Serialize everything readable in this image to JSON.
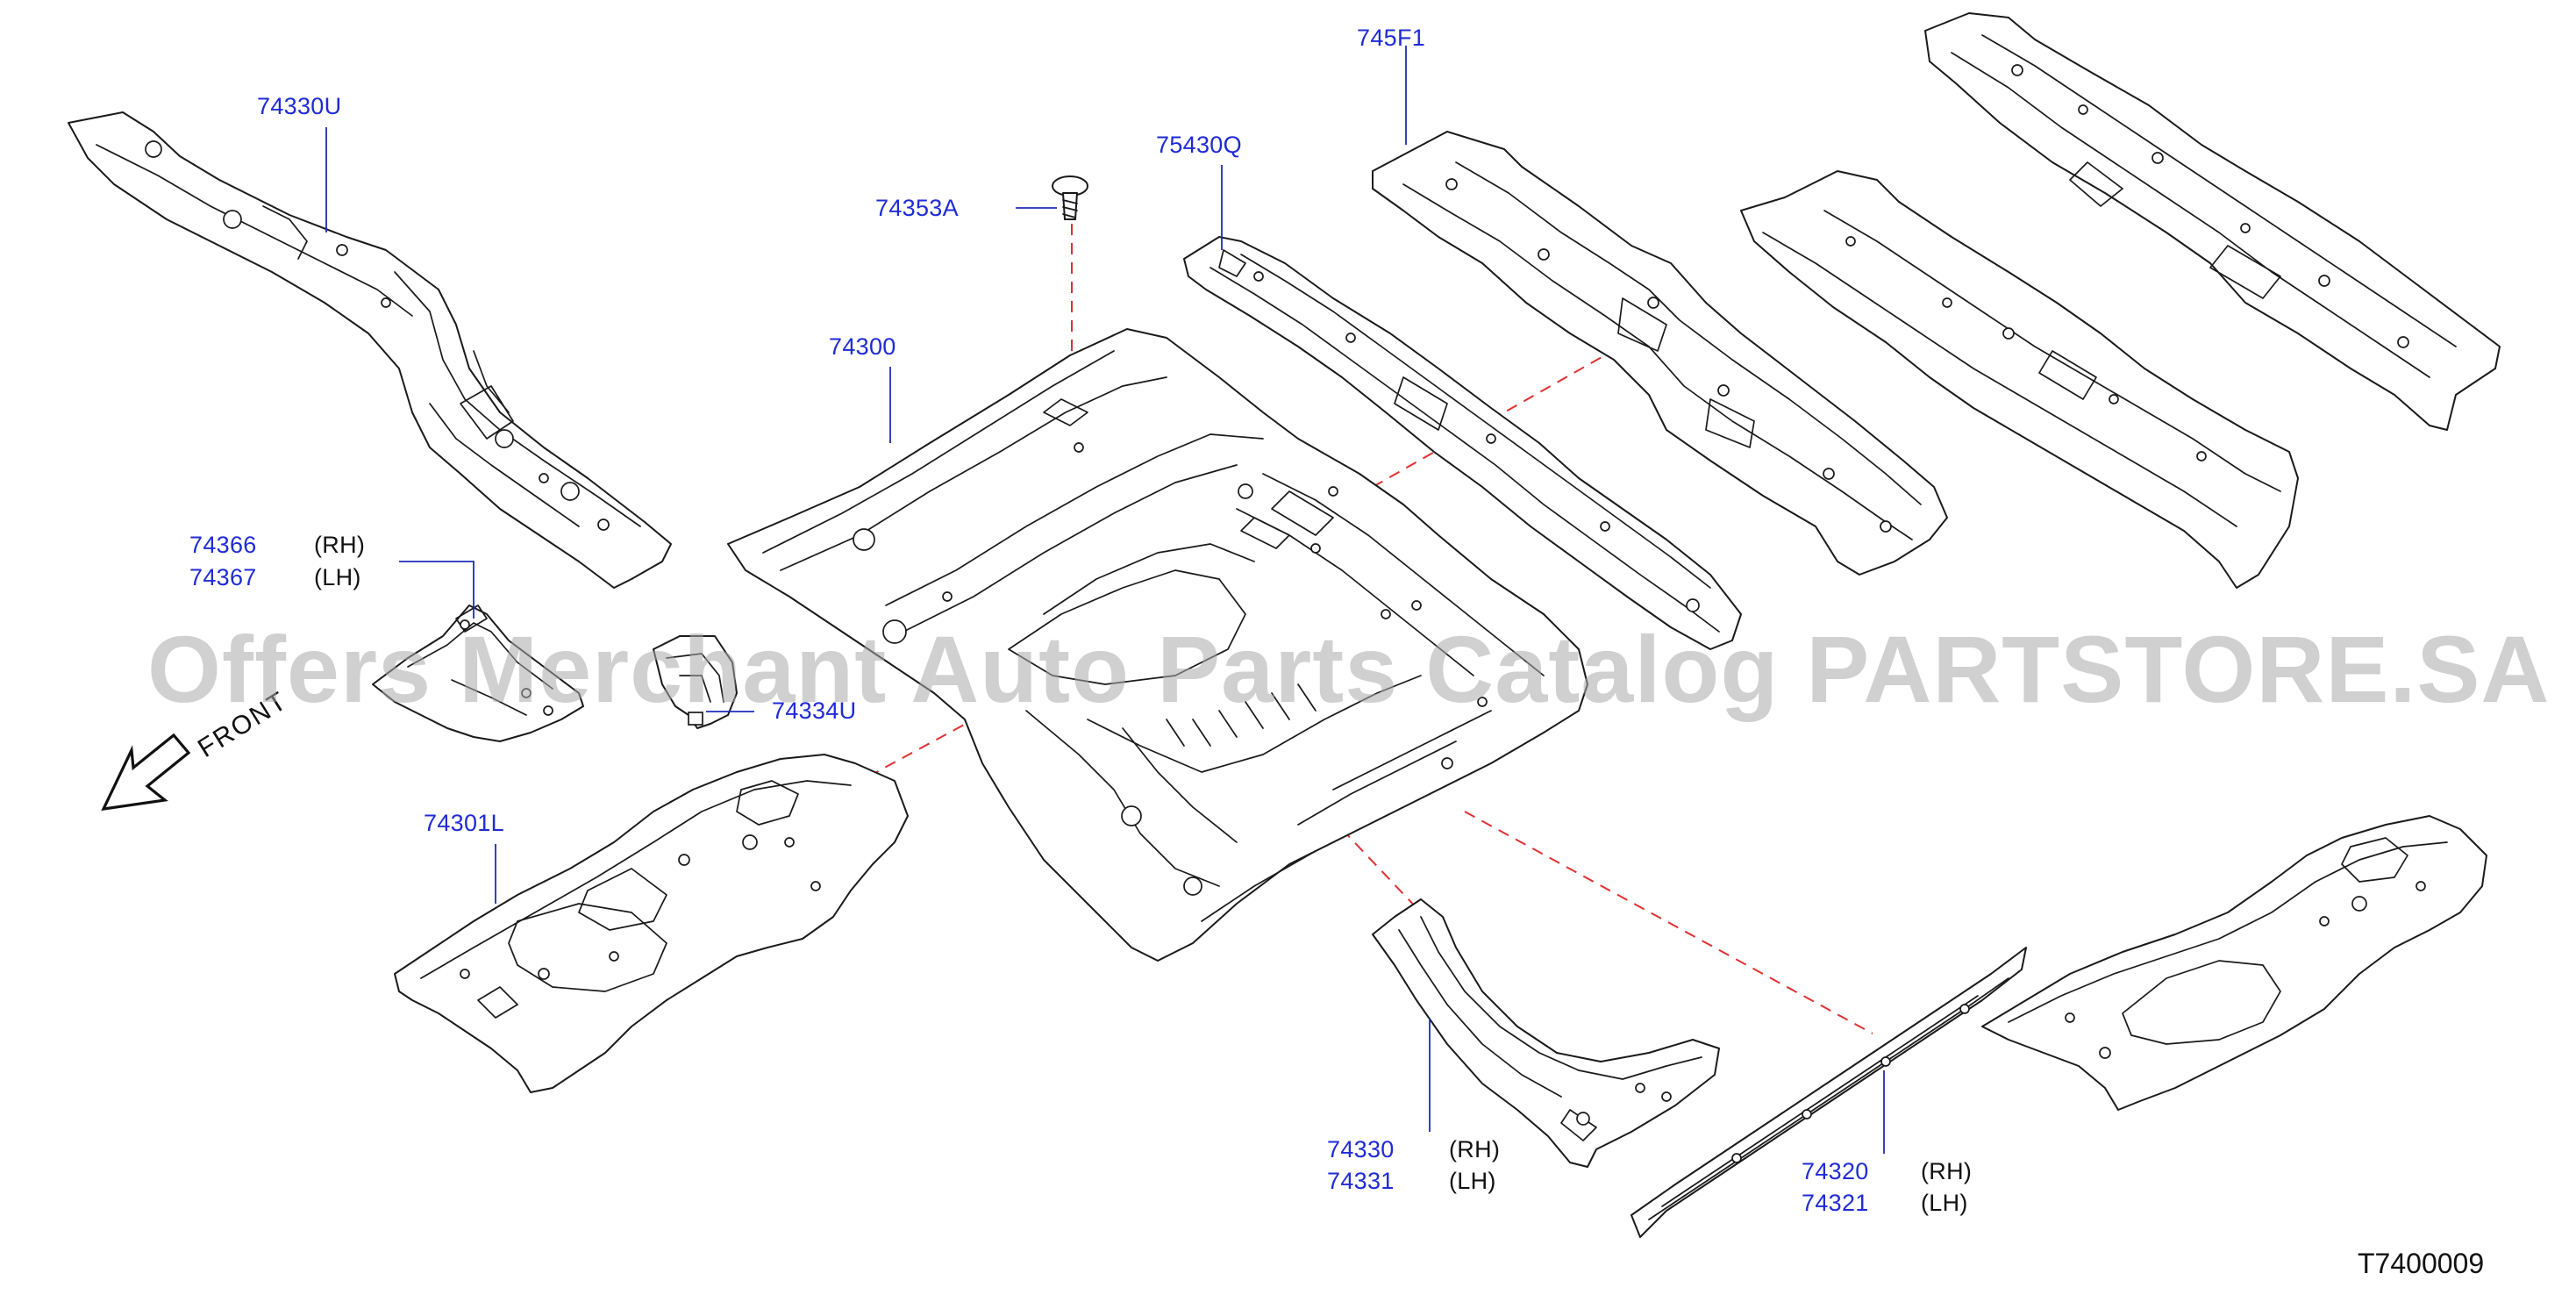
{
  "labels": {
    "p74330U": "74330U",
    "p745F1": "745F1",
    "p75430Q": "75430Q",
    "p74353A": "74353A",
    "p74300": "74300",
    "p74366": "74366",
    "p74367": "74367",
    "p74334U": "74334U",
    "p74301L": "74301L",
    "p74330": "74330",
    "p74331": "74331",
    "p74320": "74320",
    "p74321": "74321",
    "rh": "(RH)",
    "lh": "(LH)"
  },
  "direction_label": "FRONT",
  "watermark": "Offers Merchant Auto Parts Catalog PARTSTORE.SA",
  "diagram_code": "T7400009",
  "colors": {
    "part_number": "#1f2bd6",
    "leader": "#1f2bb8",
    "dashed_link": "#e03030",
    "outline": "#1a1a1a"
  }
}
